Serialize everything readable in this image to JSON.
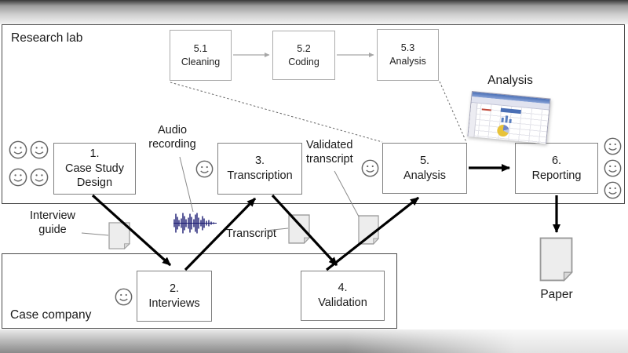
{
  "lanes": {
    "research_lab": "Research lab",
    "case_company": "Case company"
  },
  "process_steps": {
    "step1": "1.\nCase Study\nDesign",
    "step2": "2.\nInterviews",
    "step3": "3.\nTranscription",
    "step4": "4.\nValidation",
    "step5": "5.\nAnalysis",
    "step6": "6.\nReporting"
  },
  "sub_steps": {
    "step5_1": "5.1\nCleaning",
    "step5_2": "5.2\nCoding",
    "step5_3": "5.3\nAnalysis"
  },
  "labels": {
    "interview_guide": "Interview\nguide",
    "audio_recording": "Audio\nrecording",
    "transcript": "Transcript",
    "validated_transcript": "Validated\ntranscript",
    "analysis_tool": "Analysis",
    "paper": "Paper"
  },
  "icons": {
    "smiley": "person-smiley",
    "document": "document-sheet",
    "waveform": "audio-waveform",
    "spreadsheet": "analysis-spreadsheet-window"
  },
  "colors": {
    "waveform": "#1b1b72",
    "document_fill": "#ededed",
    "box_border": "#808080",
    "lane_border": "#4a4a4a",
    "arrow": "#000000",
    "sub_arrow": "#a6a6a6"
  }
}
